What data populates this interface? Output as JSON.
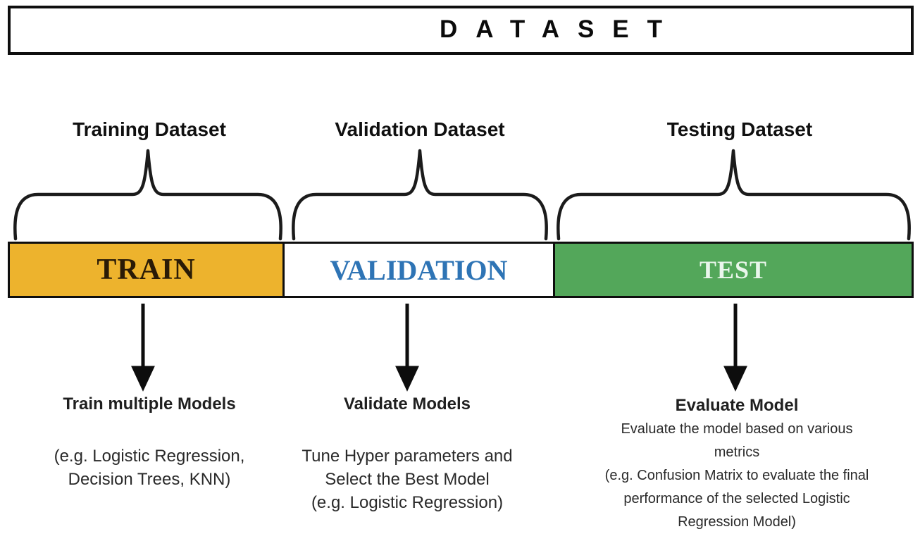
{
  "header": {
    "title": "DATASET"
  },
  "colors": {
    "train_fill": "#EDB32D",
    "train_text": "#2A1B06",
    "validation_fill": "#FFFFFF",
    "validation_text": "#2E74B5",
    "test_fill": "#53A75A",
    "test_text": "#EAF6EC"
  },
  "segments": [
    {
      "brace_label": "Training Dataset",
      "bar_label": "TRAIN",
      "action_title": "Train multiple Models",
      "action_lines": [
        "(e.g. Logistic Regression,",
        "Decision Trees, KNN)"
      ]
    },
    {
      "brace_label": "Validation Dataset",
      "bar_label": "VALIDATION",
      "action_title": "Validate Models",
      "action_lines": [
        "Tune Hyper parameters and",
        "Select the Best Model",
        "(e.g. Logistic Regression)"
      ]
    },
    {
      "brace_label": "Testing Dataset",
      "bar_label": "TEST",
      "action_title": "Evaluate Model",
      "action_lines": [
        "Evaluate the model based on various",
        "metrics",
        "(e.g. Confusion Matrix to evaluate the final",
        "performance of the selected Logistic",
        "Regression Model)"
      ]
    }
  ]
}
